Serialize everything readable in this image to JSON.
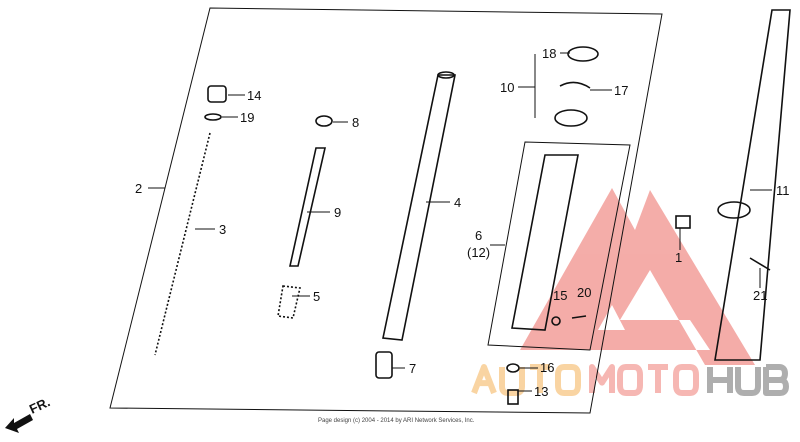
{
  "diagram": {
    "labels": {
      "p1": "1",
      "p2": "2",
      "p3": "3",
      "p4": "4",
      "p5": "5",
      "p6": "6",
      "p12": "(12)",
      "p7": "7",
      "p8": "8",
      "p9": "9",
      "p10": "10",
      "p11": "11",
      "p13": "13",
      "p14": "14",
      "p15": "15",
      "p16": "16",
      "p17": "17",
      "p18": "18",
      "p19": "19",
      "p20": "20",
      "p21": "21"
    },
    "direction_label": "FR.",
    "copyright": "Page design (c) 2004 - 2014 by ARI Network Services, Inc."
  },
  "watermark": {
    "part1": "AUTO",
    "part2": "MOTO",
    "part3": "HUB",
    "colors": {
      "auto": "#f7c27c",
      "moto": "#f39a93",
      "hub": "#8d8d8d",
      "triangle": "#f08a84"
    }
  }
}
